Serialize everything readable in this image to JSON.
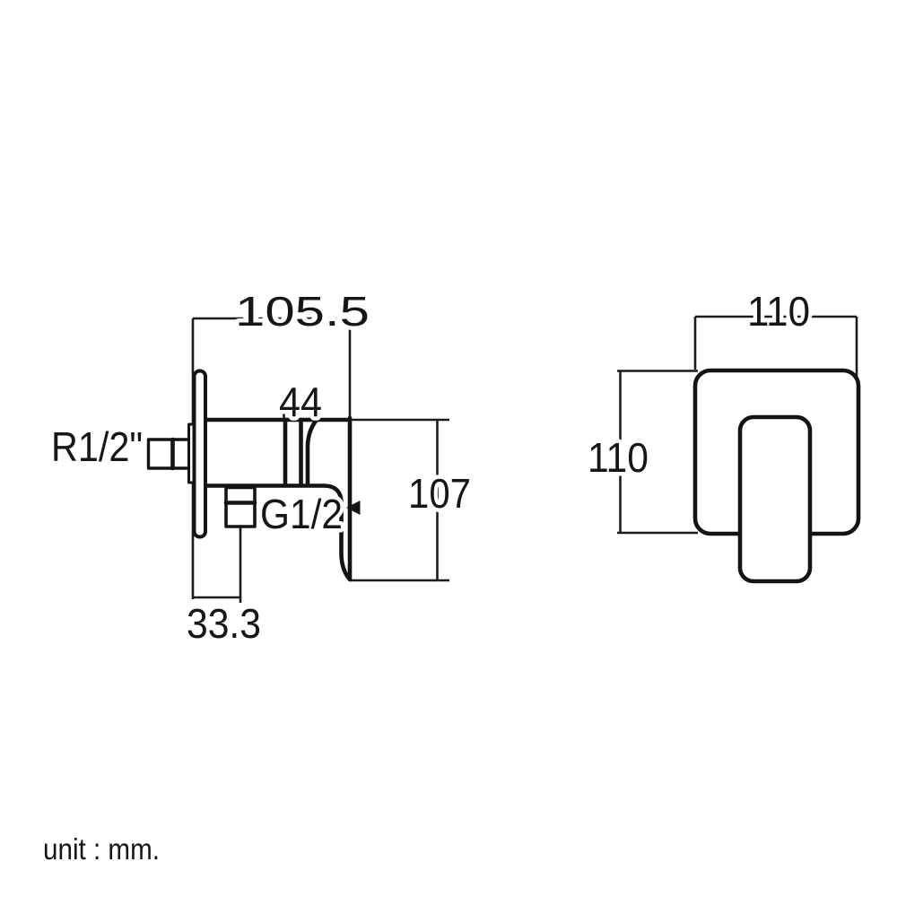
{
  "drawing": {
    "title": "shower mixer valve dimensional drawing",
    "unit_note": "unit : mm.",
    "colors": {
      "line": "#161616",
      "background": "#ffffff"
    },
    "side_view": {
      "overall_width": "105.5",
      "handle_width": "44",
      "overall_height": "107",
      "outlet_offset": "33.3",
      "inlet_thread": "R1/2\"",
      "outlet_thread": "G1/2"
    },
    "front_view": {
      "faceplate_width": "110",
      "faceplate_height": "110"
    }
  }
}
